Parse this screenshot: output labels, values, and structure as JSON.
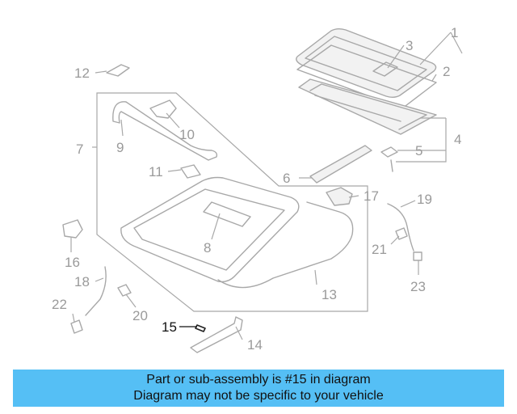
{
  "diagram": {
    "callouts": [
      {
        "id": "1",
        "label": "1"
      },
      {
        "id": "2",
        "label": "2"
      },
      {
        "id": "3",
        "label": "3"
      },
      {
        "id": "4",
        "label": "4"
      },
      {
        "id": "5",
        "label": "5"
      },
      {
        "id": "6",
        "label": "6"
      },
      {
        "id": "7",
        "label": "7"
      },
      {
        "id": "8",
        "label": "8"
      },
      {
        "id": "9",
        "label": "9"
      },
      {
        "id": "10",
        "label": "10"
      },
      {
        "id": "11",
        "label": "11"
      },
      {
        "id": "12",
        "label": "12"
      },
      {
        "id": "13",
        "label": "13"
      },
      {
        "id": "14",
        "label": "14"
      },
      {
        "id": "15",
        "label": "15",
        "highlighted": true
      },
      {
        "id": "16",
        "label": "16"
      },
      {
        "id": "17",
        "label": "17"
      },
      {
        "id": "18",
        "label": "18"
      },
      {
        "id": "19",
        "label": "19"
      },
      {
        "id": "20",
        "label": "20"
      },
      {
        "id": "21",
        "label": "21"
      },
      {
        "id": "22",
        "label": "22"
      },
      {
        "id": "23",
        "label": "23"
      }
    ],
    "highlight_color": "#111111",
    "part_color": "#a8a8a8"
  },
  "banner": {
    "line1": "Part or sub-assembly is #15 in diagram",
    "line2": "Diagram may not be specific to your vehicle",
    "background": "#55bff5"
  }
}
